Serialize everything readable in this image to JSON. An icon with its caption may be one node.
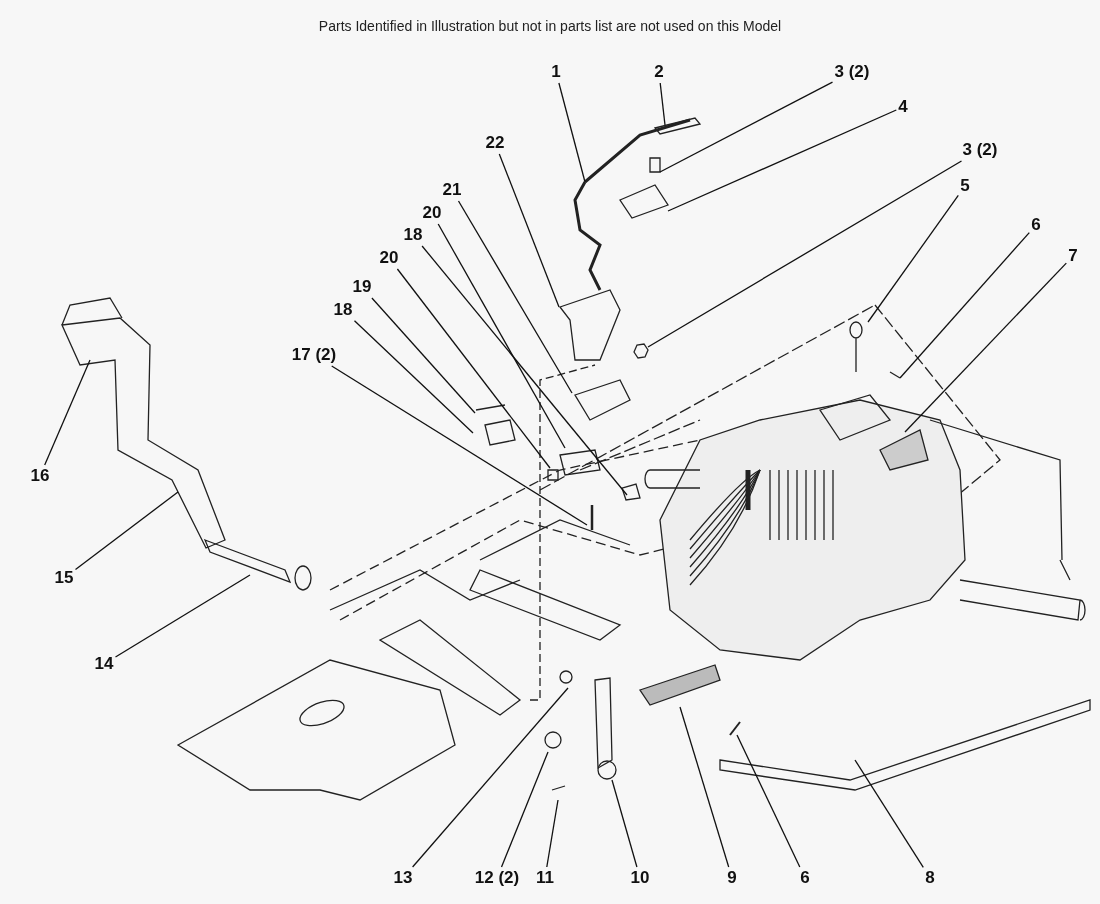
{
  "diagram": {
    "title": "Parts Identified in Illustration but not in parts list are not used on this Model",
    "nodes": [
      {
        "text": [
          "1"
        ]
      },
      {
        "text": [
          "2"
        ]
      },
      {
        "text": [
          "3 (2)"
        ]
      },
      {
        "text": [
          "4"
        ]
      },
      {
        "text": [
          "22"
        ]
      },
      {
        "text": [
          "21"
        ]
      },
      {
        "text": [
          "20"
        ]
      },
      {
        "text": [
          "18"
        ]
      },
      {
        "text": [
          "3 (2)"
        ]
      },
      {
        "text": [
          "5"
        ]
      },
      {
        "text": [
          "20"
        ]
      },
      {
        "text": [
          "6"
        ]
      },
      {
        "text": [
          "19"
        ]
      },
      {
        "text": [
          "7"
        ]
      },
      {
        "text": [
          "18"
        ]
      },
      {
        "text": [
          "17 (2)"
        ]
      },
      {
        "text": [
          "16"
        ]
      },
      {
        "text": [
          "15"
        ]
      },
      {
        "text": [
          "14"
        ]
      },
      {
        "text": [
          "13"
        ]
      },
      {
        "text": [
          "12 (2)"
        ]
      },
      {
        "text": [
          "11"
        ]
      },
      {
        "text": [
          "10"
        ]
      },
      {
        "text": [
          "9"
        ]
      },
      {
        "text": [
          "6"
        ]
      },
      {
        "text": [
          "8"
        ]
      }
    ],
    "edges": [
      {
        "from": 0,
        "to": null,
        "arrow": "none"
      },
      {
        "from": 1,
        "to": null,
        "arrow": "none"
      },
      {
        "from": 2,
        "to": null,
        "arrow": "none"
      },
      {
        "from": 3,
        "to": null,
        "arrow": "none"
      },
      {
        "from": 4,
        "to": null,
        "arrow": "none"
      },
      {
        "from": 5,
        "to": null,
        "arrow": "none"
      },
      {
        "from": 6,
        "to": null,
        "arrow": "none"
      },
      {
        "from": 7,
        "to": null,
        "arrow": "none"
      },
      {
        "from": 8,
        "to": null,
        "arrow": "none"
      },
      {
        "from": 9,
        "to": null,
        "arrow": "none"
      },
      {
        "from": 10,
        "to": null,
        "arrow": "none"
      },
      {
        "from": 11,
        "to": null,
        "arrow": "none"
      },
      {
        "from": 12,
        "to": null,
        "arrow": "none"
      },
      {
        "from": 13,
        "to": null,
        "arrow": "none"
      },
      {
        "from": 14,
        "to": null,
        "arrow": "none"
      },
      {
        "from": 15,
        "to": null,
        "arrow": "none"
      },
      {
        "from": 16,
        "to": null,
        "arrow": "none"
      },
      {
        "from": 17,
        "to": null,
        "arrow": "none"
      },
      {
        "from": 18,
        "to": null,
        "arrow": "none"
      },
      {
        "from": 19,
        "to": null,
        "arrow": "none"
      },
      {
        "from": 20,
        "to": null,
        "arrow": "none"
      },
      {
        "from": 21,
        "to": null,
        "arrow": "none"
      },
      {
        "from": 22,
        "to": null,
        "arrow": "none"
      },
      {
        "from": 23,
        "to": null,
        "arrow": "none"
      },
      {
        "from": 24,
        "to": null,
        "arrow": "none"
      },
      {
        "from": 25,
        "to": null,
        "arrow": "none"
      }
    ]
  }
}
